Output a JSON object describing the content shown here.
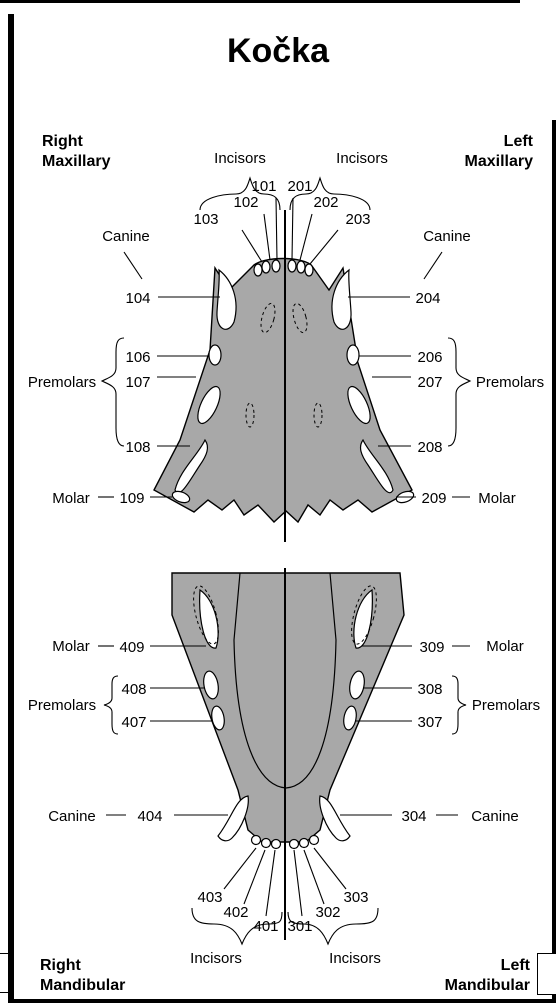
{
  "title": "Kočka",
  "quadrants": {
    "upper_right": [
      "Right",
      "Maxillary"
    ],
    "upper_left": [
      "Left",
      "Maxillary"
    ],
    "lower_right": [
      "Right",
      "Mandibular"
    ],
    "lower_left": [
      "Left",
      "Mandibular"
    ]
  },
  "groups": {
    "incisors": "Incisors",
    "canine": "Canine",
    "premolars": "Premolars",
    "molar": "Molar"
  },
  "teeth": {
    "right_maxillary": [
      "101",
      "102",
      "103",
      "104",
      "106",
      "107",
      "108",
      "109"
    ],
    "left_maxillary": [
      "201",
      "202",
      "203",
      "204",
      "206",
      "207",
      "208",
      "209"
    ],
    "left_mandibular": [
      "301",
      "302",
      "303",
      "304",
      "307",
      "308",
      "309"
    ],
    "right_mandibular": [
      "401",
      "402",
      "403",
      "404",
      "407",
      "408",
      "409"
    ]
  },
  "colors": {
    "fill": "#a8a8a8",
    "ink": "#000000"
  }
}
